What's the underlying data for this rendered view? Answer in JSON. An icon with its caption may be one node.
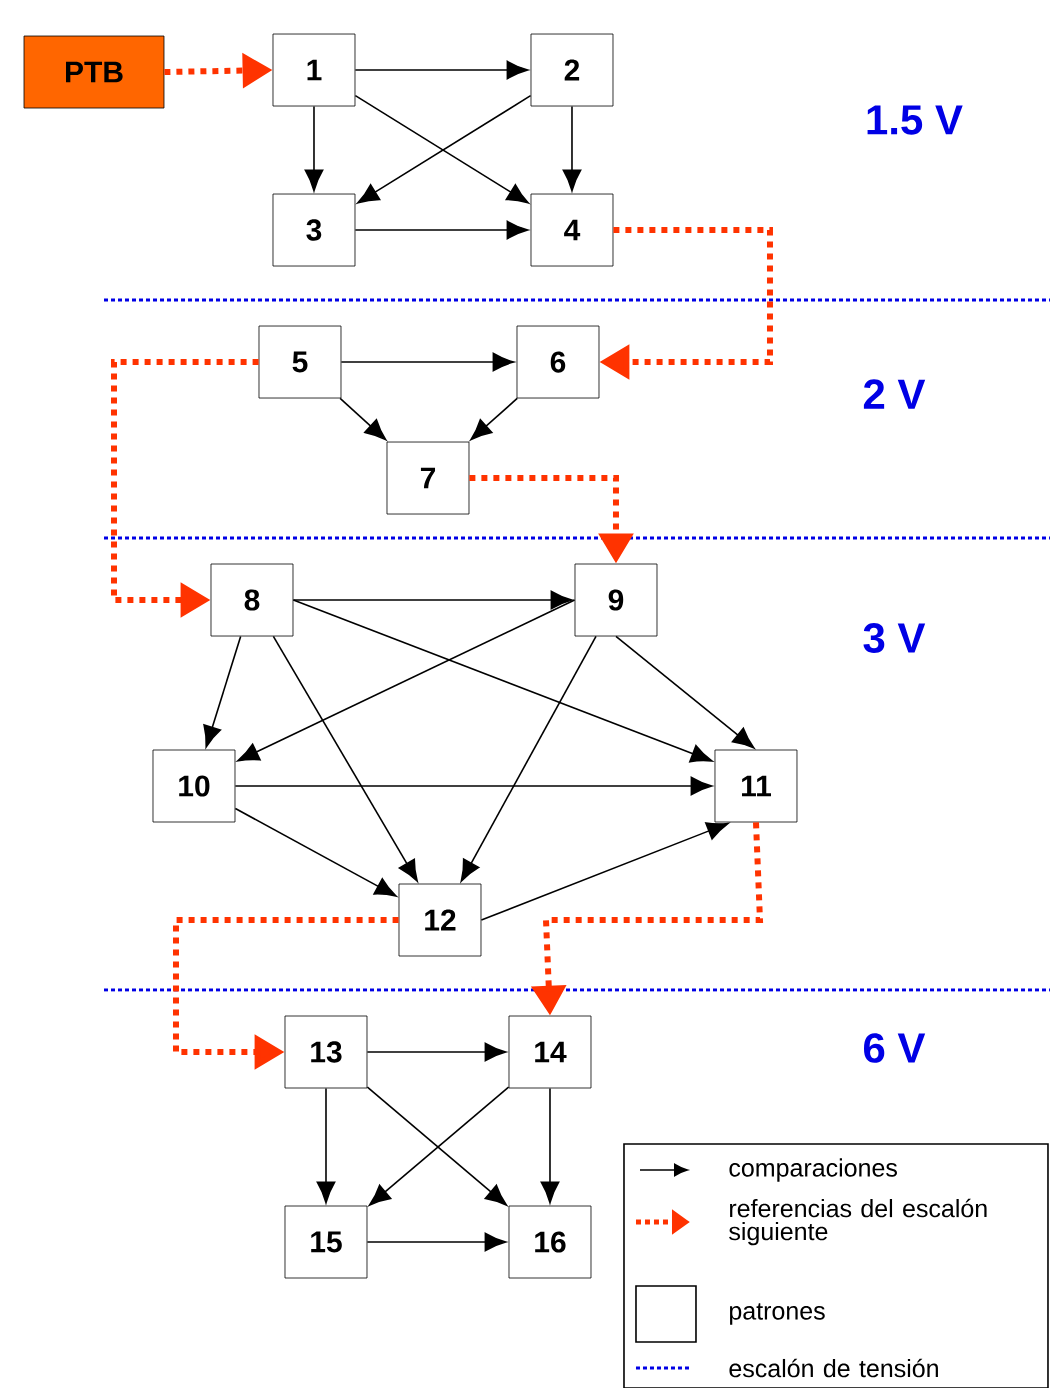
{
  "diagram": {
    "nodes": [
      {
        "text": [
          "PTB"
        ]
      },
      {
        "text": [
          "1"
        ]
      },
      {
        "text": [
          "2"
        ]
      },
      {
        "text": [
          "3"
        ]
      },
      {
        "text": [
          "4"
        ]
      },
      {
        "text": [
          "5"
        ]
      },
      {
        "text": [
          "6"
        ]
      },
      {
        "text": [
          "7"
        ]
      },
      {
        "text": [
          "8"
        ]
      },
      {
        "text": [
          "9"
        ]
      },
      {
        "text": [
          "10"
        ]
      },
      {
        "text": [
          "11"
        ]
      },
      {
        "text": [
          "12"
        ]
      },
      {
        "text": [
          "13"
        ]
      },
      {
        "text": [
          "14"
        ]
      },
      {
        "text": [
          "15"
        ]
      },
      {
        "text": [
          "16"
        ]
      }
    ],
    "edges": [
      {
        "from": 0,
        "to": 1,
        "arrow": "to",
        "style": "dashed",
        "color": "#ff3300"
      },
      {
        "from": 1,
        "to": 2,
        "arrow": "to"
      },
      {
        "from": 1,
        "to": 3,
        "arrow": "to"
      },
      {
        "from": 1,
        "to": 4,
        "arrow": "to"
      },
      {
        "from": 2,
        "to": 3,
        "arrow": "to"
      },
      {
        "from": 2,
        "to": 4,
        "arrow": "to"
      },
      {
        "from": 3,
        "to": 4,
        "arrow": "to"
      },
      {
        "from": 4,
        "to": 6,
        "arrow": "to",
        "style": "dashed",
        "color": "#ff3300"
      },
      {
        "from": 5,
        "to": 6,
        "arrow": "to"
      },
      {
        "from": 5,
        "to": 7,
        "arrow": "to"
      },
      {
        "from": 6,
        "to": 7,
        "arrow": "to"
      },
      {
        "from": 5,
        "to": 8,
        "arrow": "to",
        "style": "dashed",
        "color": "#ff3300"
      },
      {
        "from": 7,
        "to": 9,
        "arrow": "to",
        "style": "dashed",
        "color": "#ff3300"
      },
      {
        "from": 8,
        "to": 9,
        "arrow": "to"
      },
      {
        "from": 8,
        "to": 10,
        "arrow": "to"
      },
      {
        "from": 8,
        "to": 11,
        "arrow": "to"
      },
      {
        "from": 8,
        "to": 12,
        "arrow": "to"
      },
      {
        "from": 9,
        "to": 10,
        "arrow": "to"
      },
      {
        "from": 9,
        "to": 11,
        "arrow": "to"
      },
      {
        "from": 9,
        "to": 12,
        "arrow": "to"
      },
      {
        "from": 10,
        "to": 11,
        "arrow": "to"
      },
      {
        "from": 10,
        "to": 12,
        "arrow": "to"
      },
      {
        "from": 12,
        "to": 11,
        "arrow": "to"
      },
      {
        "from": 12,
        "to": 13,
        "arrow": "to",
        "style": "dashed",
        "color": "#ff3300"
      },
      {
        "from": 11,
        "to": 14,
        "arrow": "to",
        "style": "dashed",
        "color": "#ff3300"
      },
      {
        "from": 13,
        "to": 14,
        "arrow": "to"
      },
      {
        "from": 13,
        "to": 15,
        "arrow": "to"
      },
      {
        "from": 13,
        "to": 16,
        "arrow": "to"
      },
      {
        "from": 14,
        "to": 15,
        "arrow": "to"
      },
      {
        "from": 14,
        "to": 16,
        "arrow": "to"
      },
      {
        "from": 15,
        "to": 16,
        "arrow": "to"
      }
    ],
    "labels": [
      "1.5 V",
      "2 V",
      "3 V",
      "6 V"
    ],
    "legend": [
      {
        "text": "comparaciones"
      },
      {
        "text": "referencias del escalón siguiente"
      },
      {
        "text": "patrones"
      },
      {
        "text": "escalón de tensión"
      }
    ]
  }
}
